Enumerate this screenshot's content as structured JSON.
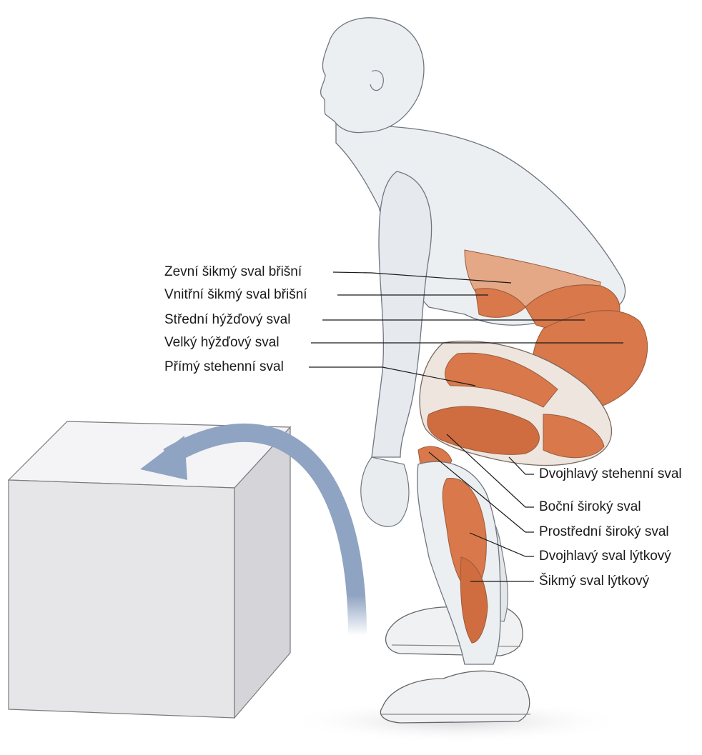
{
  "labels_left": [
    "Zevní šikmý sval břišní",
    "Vnitřní šikmý sval břišní",
    "Střední hýžďový sval",
    "Velký hýžďový sval",
    "Přímý stehenní sval"
  ],
  "labels_right": [
    "Dvojhlavý stehenní sval",
    "Boční široký sval",
    "Prostřední široký sval",
    "Dvojhlavý sval lýtkový",
    "Šikmý sval lýtkový"
  ],
  "colors": {
    "muscle": "#d9784a",
    "muscle_dark": "#b8562d",
    "skin": "#eceff2",
    "skin_shade": "#c9ced4",
    "box_front": "#e8e8ea",
    "box_side": "#d6d6da",
    "box_top": "#f4f4f6",
    "arrow": "#8fa3c2",
    "leader": "#1a1a1a"
  }
}
